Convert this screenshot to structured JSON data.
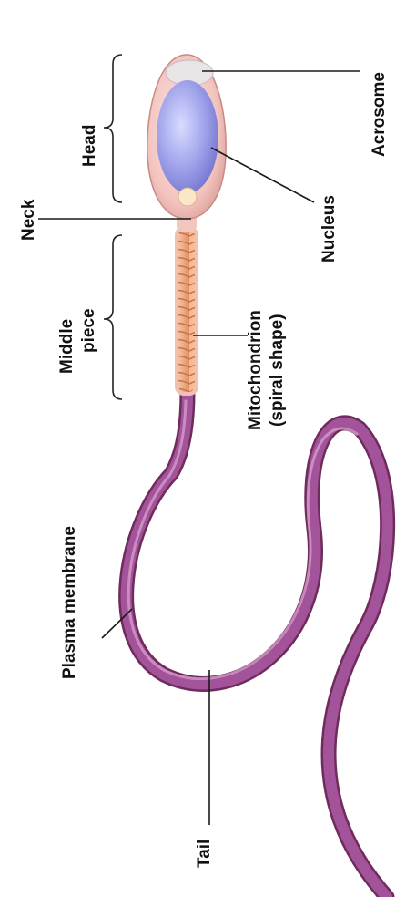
{
  "labels": {
    "acrosome": "Acrosome",
    "head": "Head",
    "nucleus": "Nucleus",
    "neck": "Neck",
    "middle_piece_line1": "Middle",
    "middle_piece_line2": "piece",
    "mitochondrion_line1": "Mitochondrion",
    "mitochondrion_line2": "(spiral shape)",
    "plasma_membrane": "Plasma membrane",
    "tail": "Tail"
  },
  "colors": {
    "head_membrane": "#f3c9c5",
    "nucleus": "#8f8fe0",
    "acrosome": "#e8e2e6",
    "mitochondria": "#f0a67a",
    "tail": "#9c4a86",
    "tail_highlight": "#c88bb8"
  }
}
